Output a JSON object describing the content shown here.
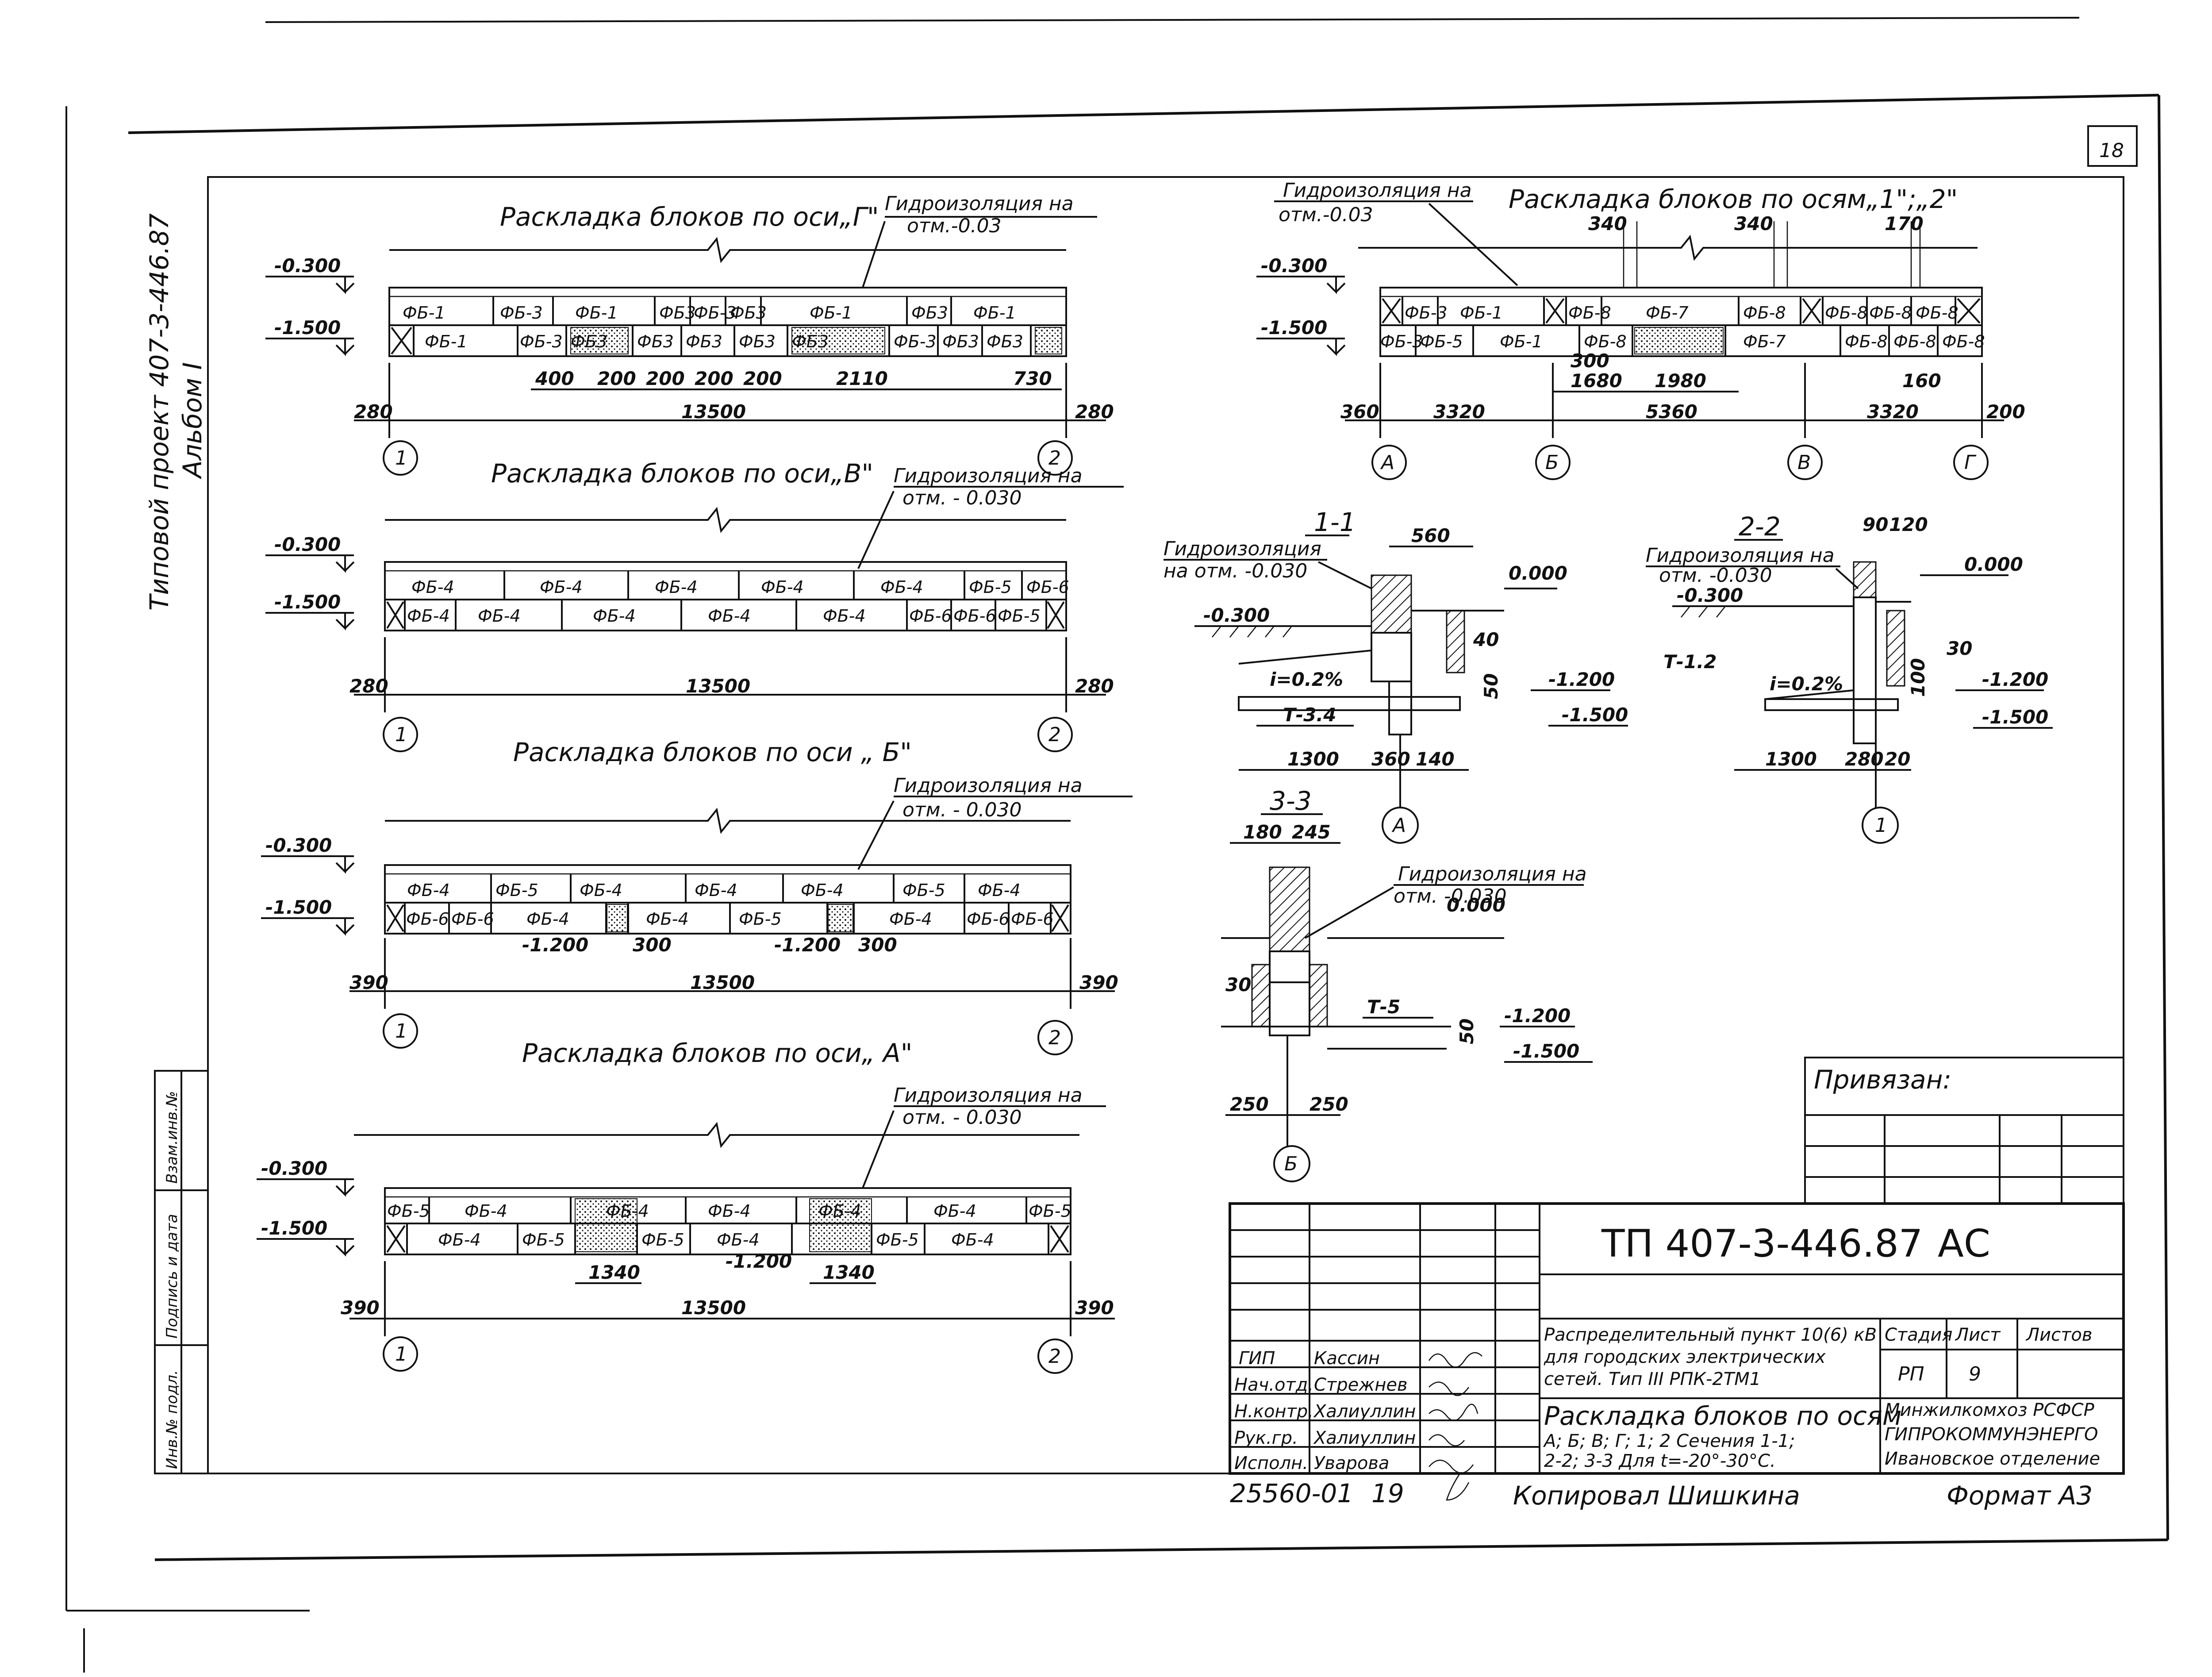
{
  "sheet_number": "18",
  "side_title": {
    "line1": "Типовой проект 407-3-446.87",
    "line2": "Альбом I"
  },
  "side_stamp_labels": [
    "Взам.инв.№",
    "Подпись и дата",
    "Инв.№ подл."
  ],
  "common": {
    "mark_minus_0300": "-0.300",
    "mark_minus_1500": "-1.500",
    "mark_minus_1200": "-1.200"
  },
  "layout_g": {
    "title": "Раскладка блоков по оси„Г\"",
    "waterproof": "Гидроизоляция на",
    "waterproof_mark": "отм.-0.03",
    "row_top": [
      "ФБ-1",
      "ФБ-3",
      "ФБ-1",
      "ФБ3",
      "ФБ-3",
      "ФБ3",
      "ФБ-1",
      "ФБ3",
      "ФБ-1"
    ],
    "row_bottom": [
      "ФБ-1",
      "ФБ-3",
      "ФБ3",
      "ФБ3",
      "ФБ3",
      "ФБ3",
      "ФБ3",
      "ФБ-3",
      "ФБ3",
      "ФБ3"
    ],
    "dims_small": [
      "400",
      "200",
      "200",
      "200",
      "200",
      "2110",
      "730"
    ],
    "dim_left": "280",
    "dim_total": "13500",
    "dim_right": "280",
    "axis_left": "1",
    "axis_right": "2"
  },
  "layout_v": {
    "title": "Раскладка блоков по оси„В\"",
    "waterproof": "Гидроизоляция на",
    "waterproof_mark": "отм. - 0.030",
    "row_top": [
      "ФБ-4",
      "ФБ-4",
      "ФБ-4",
      "ФБ-4",
      "ФБ-4",
      "ФБ-5",
      "ФБ-6"
    ],
    "row_bottom": [
      "ФБ-4",
      "ФБ-4",
      "ФБ-4",
      "ФБ-4",
      "ФБ-4",
      "ФБ-6",
      "ФБ-6",
      "ФБ-5"
    ],
    "dim_left": "280",
    "dim_total": "13500",
    "dim_right": "280",
    "axis_left": "1",
    "axis_right": "2"
  },
  "layout_b": {
    "title": "Раскладка блоков по оси „ Б\"",
    "waterproof": "Гидроизоляция на",
    "waterproof_mark": "отм. - 0.030",
    "row_top": [
      "ФБ-4",
      "ФБ-5",
      "ФБ-4",
      "ФБ-4",
      "ФБ-4",
      "ФБ-5",
      "ФБ-4"
    ],
    "row_bottom": [
      "ФБ-6",
      "ФБ-6",
      "ФБ-4",
      "ФБ-4",
      "ФБ-5",
      "ФБ-4",
      "ФБ-6",
      "ФБ-6"
    ],
    "dims_small": [
      "300",
      "300"
    ],
    "dim_left": "390",
    "dim_total": "13500",
    "dim_right": "390",
    "axis_left": "1",
    "axis_right": "2"
  },
  "layout_a": {
    "title": "Раскладка блоков по оси„ А\"",
    "waterproof": "Гидроизоляция на",
    "waterproof_mark": "отм. - 0.030",
    "row_top": [
      "ФБ-5",
      "ФБ-4",
      "ФБ-4",
      "ФБ-4",
      "ФБ-4",
      "ФБ-4",
      "ФБ-5"
    ],
    "row_bottom": [
      "ФБ-4",
      "ФБ-5",
      "ФБ-5",
      "ФБ-4",
      "ФБ-5",
      "ФБ-4"
    ],
    "dims_small": [
      "1340",
      "1340"
    ],
    "dim_left": "390",
    "dim_total": "13500",
    "dim_right": "390",
    "axis_left": "1",
    "axis_right": "2"
  },
  "layout_12": {
    "title": "Раскладка блоков по осям„1\";„2\"",
    "waterproof": "Гидроизоляция на",
    "waterproof_mark": "отм.-0.03",
    "dims_top": [
      "340",
      "340",
      "170"
    ],
    "row_top": [
      "ФБ-3",
      "ФБ-1",
      "ФБ-8",
      "ФБ-7",
      "ФБ-8",
      "ФБ-8",
      "ФБ-8",
      "ФБ-8"
    ],
    "row_bottom": [
      "ФБ-3",
      "ФБ-5",
      "ФБ-1",
      "ФБ-8",
      "ФБ-7",
      "ФБ-8",
      "ФБ-8",
      "ФБ-8"
    ],
    "dims_mid": [
      "300",
      "1680",
      "1980",
      "160"
    ],
    "dims_bottom": [
      "360",
      "3320",
      "5360",
      "3320",
      "200"
    ],
    "axes": [
      "А",
      "Б",
      "В",
      "Г"
    ]
  },
  "section_11": {
    "title": "1-1",
    "waterproof": "Гидроизоляция",
    "waterproof_mark": "на отм. -0.030",
    "mark_0000": "0.000",
    "slope": "i=0.2%",
    "layer": "Т-3.4",
    "dims": [
      "560",
      "40",
      "50",
      "1300",
      "360",
      "140"
    ],
    "axis": "А"
  },
  "section_22": {
    "title": "2-2",
    "waterproof": "Гидроизоляция на",
    "waterproof_mark": "отм. -0.030",
    "dims_top": [
      "90",
      "120"
    ],
    "mark_0000": "0.000",
    "slope": "i=0.2%",
    "layer": "Т-1.2",
    "dims": [
      "30",
      "100",
      "1300",
      "280",
      "20"
    ],
    "axis": "1"
  },
  "section_33": {
    "title": "3-3",
    "waterproof": "Гидроизоляция на",
    "waterproof_mark": "отм. -0.030",
    "dims_top": [
      "180",
      "245"
    ],
    "mark_0000": "0.000",
    "layer": "Т-5",
    "dims": [
      "30",
      "50",
      "250",
      "250"
    ],
    "axis": "Б"
  },
  "stamp": {
    "privyazan": "Привязан:",
    "code": "ТП 407-3-446.87",
    "mark": "АС",
    "description": [
      "Распределительный пункт 10(6) кВ",
      "для городских электрических",
      "сетей. Тип III РПК-2ТМ1"
    ],
    "sheet_title": [
      "Раскладка блоков по осям",
      "А; Б; В; Г; 1; 2 Сечения 1-1;",
      "2-2; 3-3 Для t=-20°-30°С."
    ],
    "headers": [
      "Стадия",
      "Лист",
      "Листов"
    ],
    "stage": "РП",
    "sheet": "9",
    "org": [
      "Минжилкомхоз РСФСР",
      "ГИПРОКОММУНЭНЕРГО",
      "Ивановское отделение"
    ],
    "roles": [
      {
        "role": "ГИП",
        "name": "Кассин"
      },
      {
        "role": "Нач.отд.",
        "name": "Стрежнев"
      },
      {
        "role": "Н.контр.",
        "name": "Халиуллин"
      },
      {
        "role": "Рук.гр.",
        "name": "Халиуллин"
      },
      {
        "role": "Исполн.",
        "name": "Уварова"
      }
    ],
    "bottom_left": "25560-01",
    "bottom_num": "19",
    "copied": "Копировал Шишкина",
    "format": "Формат А3"
  }
}
